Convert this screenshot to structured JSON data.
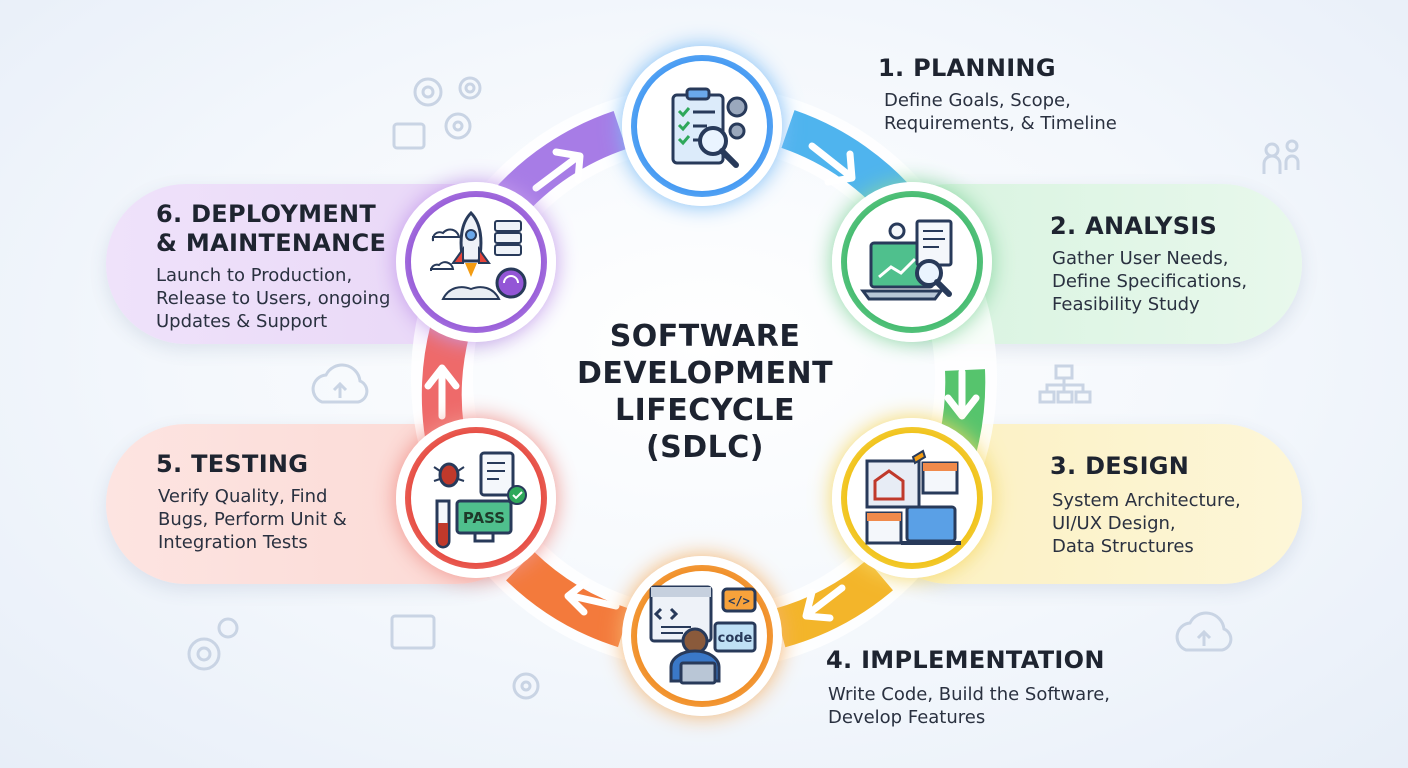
{
  "title": "SOFTWARE\nDEVELOPMENT\nLIFECYCLE\n(SDLC)",
  "stages": [
    {
      "title": "1. PLANNING",
      "description": "Define Goals, Scope,\nRequirements, & Timeline",
      "color": "#2f8cf0"
    },
    {
      "title": "2. ANALYSIS",
      "description": "Gather User Needs,\nDefine Specifications,\nFeasibility Study",
      "color": "#3cbf6a"
    },
    {
      "title": "3. DESIGN",
      "description": "System Architecture,\nUI/UX Design,\nData Structures",
      "color": "#f0c21c"
    },
    {
      "title": "4. IMPLEMENTATION",
      "description": "Write Code, Build the Software,\nDevelop Features",
      "color": "#f28a1e"
    },
    {
      "title": "5. TESTING",
      "description": "Verify Quality, Find\nBugs, Perform Unit &\nIntegration Tests",
      "color": "#e5443a"
    },
    {
      "title": "6. DEPLOYMENT\n& MAINTENANCE",
      "description": "Launch to Production,\nRelease to Users, ongoing\nUpdates & Support",
      "color": "#9356d6"
    }
  ],
  "icon_labels": {
    "pass": "PASS",
    "code": "code",
    "code_tag": "</>"
  },
  "icons": [
    "clipboard-icon",
    "laptop-chart-icon",
    "blueprint-icon",
    "developer-icon",
    "bug-test-icon",
    "rocket-icon"
  ]
}
